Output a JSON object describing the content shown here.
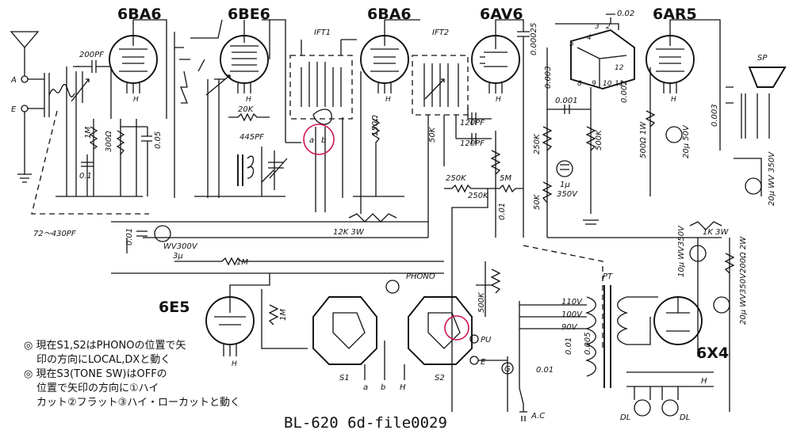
{
  "tubes": [
    "6BA6",
    "6BE6",
    "6BA6",
    "6AV6",
    "6AR5",
    "6E5",
    "6X4"
  ],
  "labels": {
    "terminal_a": "A",
    "terminal_e": "E",
    "heater": "H",
    "c_200pf": "200PF",
    "c_0_1": "0.1",
    "c_72_430pf": "72～430PF",
    "r_1m": "1M",
    "r_300ohm": "300Ω",
    "c_0_05": "0.05",
    "r_20k": "20K",
    "c_445pf": "445PF",
    "ift1": "IFT1",
    "point_a": "a",
    "point_b": "b",
    "r_150ohm": "150Ω",
    "ift2": "IFT2",
    "r_50k": "50K",
    "c_120pf_1": "120PF",
    "c_120pf_2": "120PF",
    "r_250k_1": "250K",
    "r_250k_2": "250K",
    "r_5m": "5M",
    "c_0_00025": "0.00025",
    "c_0_01": "0.01",
    "pin_2": "2",
    "pin_3": "3",
    "pin_4": "4",
    "pin_5": "5",
    "pin_8": "8",
    "pin_9": "9",
    "pin_10": "10",
    "pin_11": "11",
    "pin_12": "12",
    "c_0_02_top": "0.02",
    "c_0_003": "0.003",
    "c_0_002": "0.002",
    "c_0_001": "0.001",
    "r_250k_3": "250K",
    "r_500k_a": "500K",
    "c_1u": "1μ",
    "v_350v_a": "350V",
    "r_50k_b": "50K",
    "r_500ohm_1w": "500Ω 1W",
    "c_20u_50v": "20μ 50V",
    "c_0_003_b": "0.003",
    "speaker": "SP",
    "c_20u_350v": "20μ WV 350V",
    "r_12k_3w": "12K 3W",
    "c_0_01_b": "0.01",
    "c_wv300v": "WV300V",
    "c_3u": "3μ",
    "r_1m_b": "1M",
    "r_1k_3w": "1K 3W",
    "c_10u_350v": "10μ WV350V",
    "r_200ohm_2w": "200Ω 2W",
    "c_20u_350v_b": "20μ WV350V",
    "r_1m_c": "1M",
    "s1": "S1",
    "s2": "S2",
    "out_a": "a",
    "out_b": "b",
    "out_h": "H",
    "phono": "PHONO",
    "pu": "PU",
    "e2": "E",
    "g": "G",
    "r_500k_b": "500K",
    "pt": "PT",
    "v_110v": "110V",
    "v_100v": "100V",
    "v_90v": "90V",
    "c_0_01_c": "0.01",
    "c_0_005": "0.005",
    "c_0_01_d": "0.01",
    "ac": "A.C",
    "out_h2": "H",
    "dl1": "DL",
    "dl2": "DL"
  },
  "notes": [
    "◎ 現在S1,S2はPHONOの位置で矢",
    "印の方向にLOCAL,DXと動く",
    "◎ 現在S3(TONE SW)はOFFの",
    "位置で矢印の方向に①ハイ",
    "カット②フラット③ハイ・ローカットと動く"
  ],
  "caption": "BL-620  6d-file0029"
}
